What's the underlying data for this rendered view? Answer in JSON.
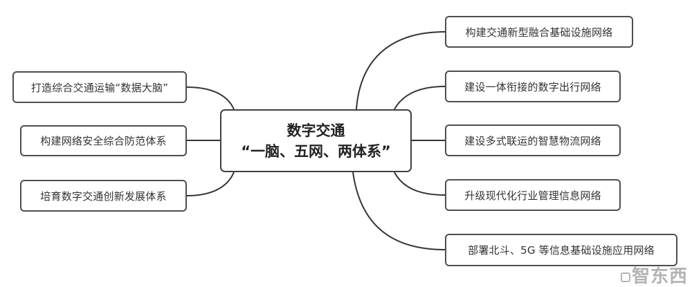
{
  "center": {
    "line1": "数字交通",
    "line2": "“一脑、五网、两体系”"
  },
  "left_nodes": [
    {
      "label": "打造综合交通运输“数据大脑”"
    },
    {
      "label": "构建网络安全综合防范体系"
    },
    {
      "label": "培育数字交通创新发展体系"
    }
  ],
  "right_nodes": [
    {
      "label": "构建交通新型融合基础设施网络"
    },
    {
      "label": "建设一体衔接的数字出行网络"
    },
    {
      "label": "建设多式联运的智慧物流网络"
    },
    {
      "label": "升级现代化行业管理信息网络"
    },
    {
      "label": "部署北斗、5G 等信息基础设施应用网络"
    }
  ],
  "watermark": {
    "text": "智东西"
  },
  "colors": {
    "border": "#4d4d4d",
    "connector": "#333333",
    "text": "#333333",
    "background": "#ffffff"
  }
}
